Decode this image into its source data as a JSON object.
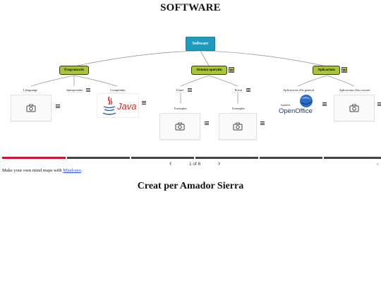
{
  "page": {
    "title": "SOFTWARE",
    "author": "Creat per Amador Sierra"
  },
  "mindmap": {
    "root": "Software",
    "branches": [
      {
        "label": "Programació",
        "children": [
          "Llenguatge",
          "Interpretador",
          "Compilador"
        ]
      },
      {
        "label": "Sistema operatiu",
        "children": [
          "Lliure",
          "Privat"
        ],
        "grandchildren": [
          "Exemples",
          "Exemples"
        ]
      },
      {
        "label": "Aplicacions",
        "children": [
          "Aplicacions d'ús general",
          "Aplicacions d'ús concret"
        ]
      }
    ],
    "logos": {
      "java": "Java",
      "openoffice_apache": "Apache",
      "openoffice": "OpenOffice"
    }
  },
  "pager": {
    "prev": "‹",
    "next": "›",
    "status": "1 of 6",
    "current": 1,
    "total": 6,
    "corner": "«"
  },
  "footer": {
    "prefix": "Make your own mind maps with ",
    "link": "Mindomo",
    "suffix": "."
  },
  "colors": {
    "root": "#1e9cc0",
    "branch": "#a7c43a",
    "progress_active": "#c0163a",
    "progress_inactive": "#444444",
    "link": "#2a4fd6"
  },
  "icons": [
    "camera-icon",
    "note-icon",
    "menu-icon",
    "chevron-left-icon",
    "chevron-right-icon"
  ]
}
